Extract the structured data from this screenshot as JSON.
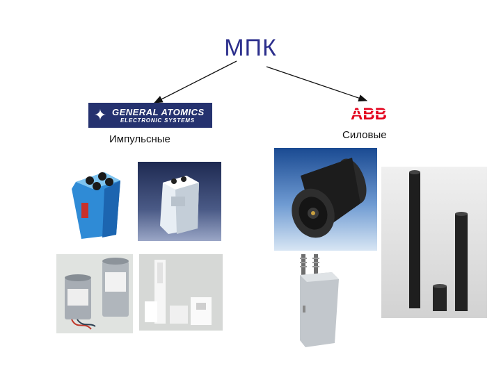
{
  "title": "МПК",
  "left_branch": {
    "logo_line1": "GENERAL ATOMICS",
    "logo_line2": "ELECTRONIC SYSTEMS",
    "caption": "Импульсные"
  },
  "right_branch": {
    "logo_text": "ABB",
    "caption": "Силовые"
  },
  "colors": {
    "title": "#2b2e8c",
    "ga_logo_bg": "#25326f",
    "abb_red": "#e3001b"
  }
}
